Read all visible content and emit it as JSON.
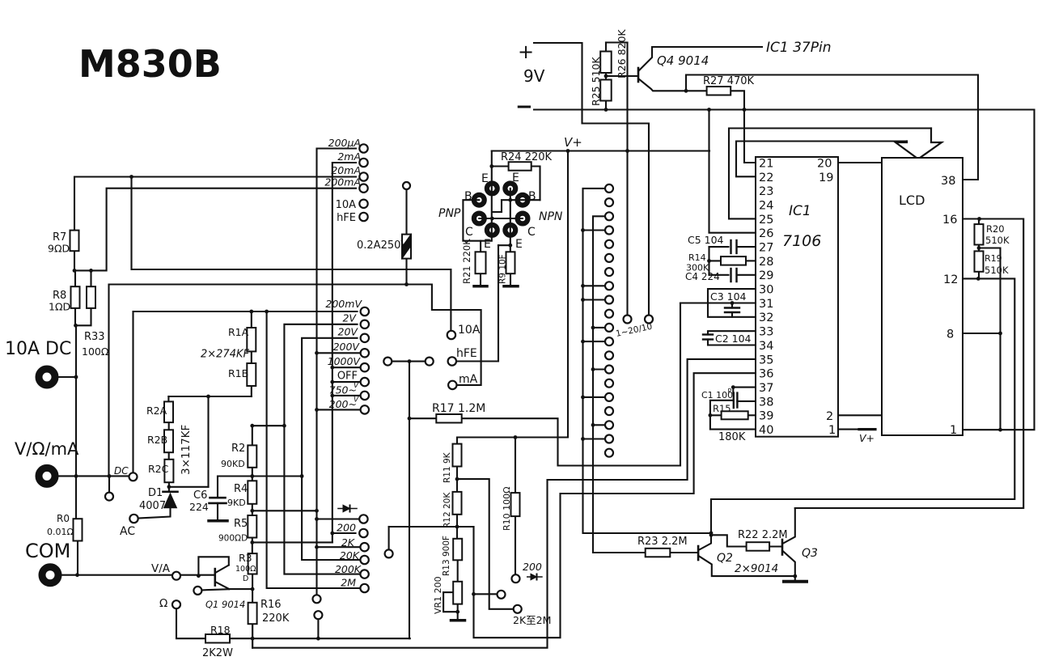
{
  "title": "M830B",
  "battery": {
    "plus": "+",
    "voltage": "9V",
    "minus": "−"
  },
  "ic": {
    "name": "IC1",
    "part": "7106",
    "left_pins": [
      "21",
      "22",
      "23",
      "24",
      "25",
      "26",
      "27",
      "28",
      "29",
      "30",
      "31",
      "32",
      "33",
      "34",
      "35",
      "36",
      "37",
      "38",
      "39",
      "40"
    ],
    "right_pins": [
      "20",
      "19",
      "2",
      "1"
    ]
  },
  "lcd": {
    "name": "LCD",
    "pins": [
      "38",
      "16",
      "12",
      "8",
      "1"
    ]
  },
  "labels": {
    "title": "M830B",
    "battery_plus": "+",
    "battery_v": "9V",
    "battery_minus": "−",
    "r26": "R26 820K",
    "r25": "R25 510K",
    "q4": "Q4 9014",
    "ic37pin": "IC1 37Pin",
    "r27": "R27 470K",
    "r24": "R24 220K",
    "pnp": "PNP",
    "npn": "NPN",
    "e1": "E",
    "e2": "E",
    "e3": "E",
    "e4": "E",
    "b1": "B",
    "b2": "B",
    "sc1": "C",
    "sc2": "C",
    "r21": "R21 220K",
    "r9": "R9 10F",
    "vplus_socket": "V+",
    "fuse": "0.2A250V",
    "rng_200ua": "200μA",
    "rng_2ma": "2mA",
    "rng_20ma": "20mA",
    "rng_200ma": "200mA",
    "rng_10a": "10A",
    "rng_hfe": "hFE",
    "rng_200mv": "200mV",
    "rng_2v": "2V",
    "rng_20v": "20V",
    "rng_200v": "200V",
    "rng_1000v": "1000V",
    "rng_off": "OFF",
    "rng_750ac": "750~",
    "rng_750ac_sup": "V",
    "rng_200ac": "200~",
    "rng_200ac_sup": "V",
    "cn_10a": "10A",
    "cn_hfe": "hFE",
    "cn_ma": "mA",
    "rng_diode_200": "200",
    "rng_200r": "200",
    "rng_2k": "2K",
    "rng_20k": "20K",
    "rng_200k": "200K",
    "rng_2m": "2M",
    "rng_2k2m": "2K至2M",
    "wiper": "1~20/10",
    "r7": "R7",
    "r7v": "9ΩD",
    "r8": "R8",
    "r8v": "1ΩD",
    "r33": "R33",
    "r33v": "100Ω",
    "jack_10a": "10A DC",
    "jack_v": "V/Ω/mA",
    "jack_com": "COM",
    "r0": "R0",
    "r0v": "0.01Ω",
    "dc": "DC",
    "ac": "AC",
    "r1a": "R1A",
    "r1ab_v": "2×274KF",
    "r1b": "R1B",
    "r2a": "R2A",
    "r2b": "R2B",
    "r2c": "R2C",
    "r2abc_v": "3×117KF",
    "d1": "D1",
    "d1v": "4007",
    "c6": "C6",
    "c6v": "224",
    "r2": "R2",
    "r2v": "90KD",
    "r4": "R4",
    "r4v": "9KD",
    "r5": "R5",
    "r5v": "900ΩD",
    "r3": "R3",
    "r3v": "100Ω",
    "r3d": "D",
    "r16": "R16",
    "r16v": "220K",
    "r18": "R18",
    "r18v": "2K2W",
    "q1": "Q1 9014",
    "va": "V/A",
    "ohm": "Ω",
    "r17": "R17 1.2M",
    "r11": "R11 9K",
    "r12": "R12 20K",
    "r13": "R13 900F",
    "vr1": "VR1 200",
    "r10": "R10 100Ω",
    "c5": "C5 104",
    "r14": "R14",
    "r14v": "300K",
    "c4": "C4 224",
    "c3": "C3 104",
    "c2": "C2 104",
    "c1c": "C1 100",
    "c1p": "P",
    "r15": "R15",
    "r15v": "180K",
    "ic1": "IC1",
    "ic1part": "7106",
    "lcd": "LCD",
    "vplus_ic": "V+",
    "r20": "R20",
    "r20v": "510K",
    "r19": "R19",
    "r19v": "510K",
    "r23": "R23 2.2M",
    "q2": "Q2",
    "r22": "R22 2.2M",
    "q3": "Q3",
    "q23": "2×9014"
  },
  "colors": {
    "ink": "#111111",
    "paper": "#ffffff"
  },
  "rotary_switch": {
    "current_ranges": [
      "200μA",
      "2mA",
      "20mA",
      "200mA",
      "10A",
      "hFE"
    ],
    "voltage_ranges": [
      "200mV",
      "2V",
      "20V",
      "200V",
      "1000V",
      "OFF",
      "750~",
      "200~"
    ],
    "resistance_ranges": [
      "200",
      "2K",
      "20K",
      "200K",
      "2M"
    ],
    "wiper_label": "1~20/10"
  },
  "components": {
    "R0": "0.01Ω",
    "R1A/R1B": "2×274KF",
    "R2A/R2B/R2C": "3×117KF",
    "R2": "90KD",
    "R3": "100Ω",
    "R4": "9KD",
    "R5": "900ΩD",
    "R7": "9ΩD",
    "R8": "1ΩD",
    "R9": "10F",
    "R10": "100Ω",
    "R11": "9K",
    "R12": "20K",
    "R13": "900F",
    "R14": "300K",
    "R15": "180K",
    "R16": "220K",
    "R17": "1.2M",
    "R18": "2K2W",
    "R19": "510K",
    "R20": "510K",
    "R21": "220K",
    "R22": "2.2M",
    "R23": "2.2M",
    "R24": "220K",
    "R25": "510K",
    "R26": "820K",
    "R27": "470K",
    "R33": "100Ω",
    "VR1": "200",
    "C1": "100P",
    "C2": "104",
    "C3": "104",
    "C4": "224",
    "C5": "104",
    "C6": "224",
    "D1": "4007",
    "Q1": "9014",
    "Q2": "9014",
    "Q3": "9014",
    "Q4": "9014",
    "fuse": "0.2A250V"
  }
}
